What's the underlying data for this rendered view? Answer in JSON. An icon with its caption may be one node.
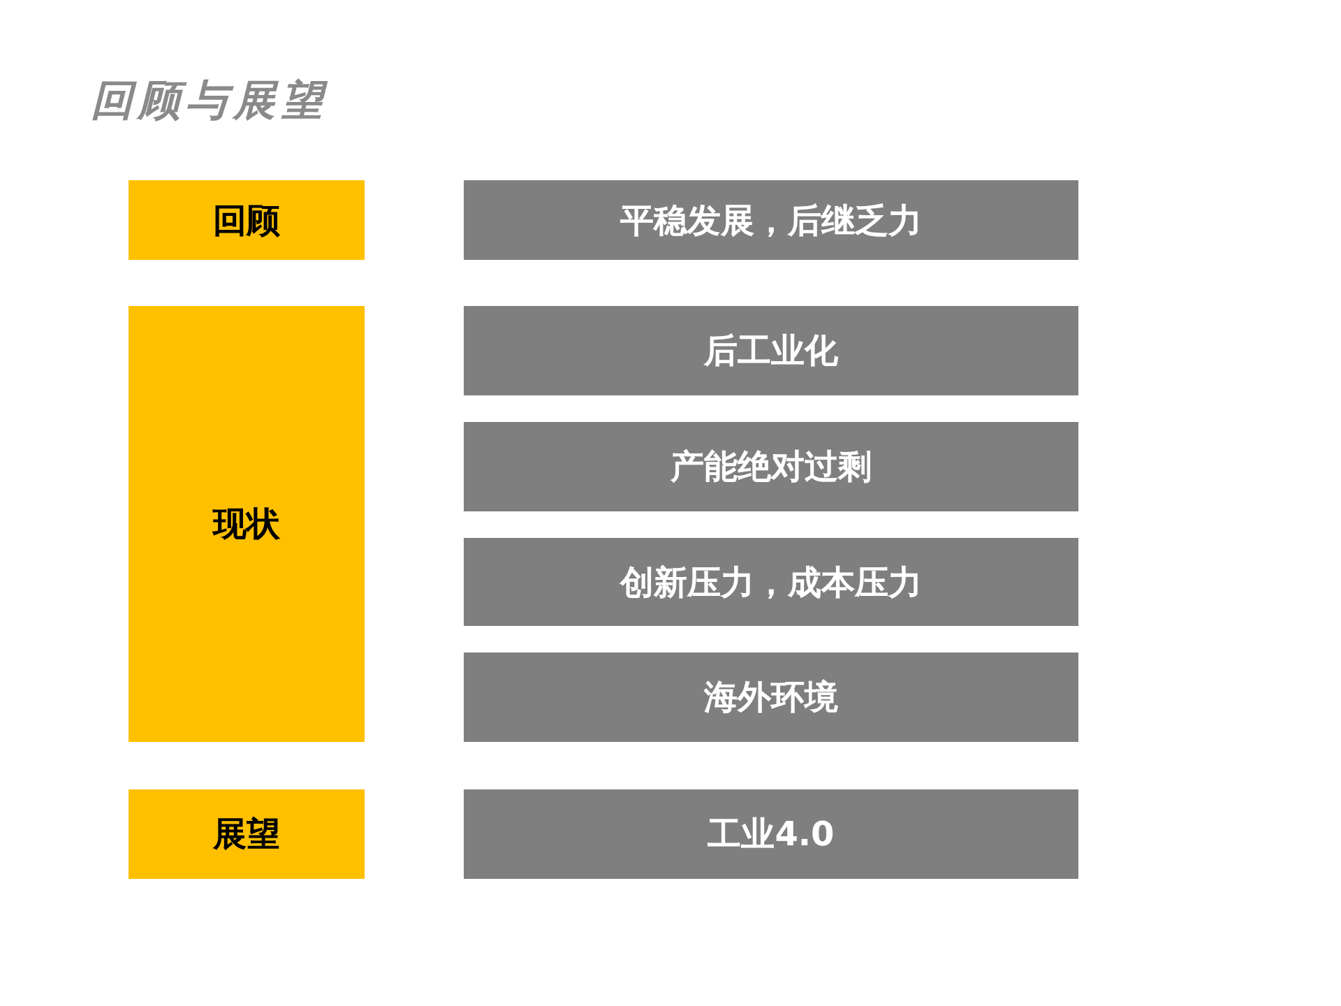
{
  "diagram": {
    "title": "回顾与展望",
    "nodes": [
      {
        "text": [
          "回顾"
        ]
      },
      {
        "text": [
          "平稳发展，后继乏力"
        ]
      },
      {
        "text": [
          "现状"
        ]
      },
      {
        "text": [
          "后工业化"
        ]
      },
      {
        "text": [
          "产能绝对过剩"
        ]
      },
      {
        "text": [
          "创新压力，成本压力"
        ]
      },
      {
        "text": [
          "海外环境"
        ]
      },
      {
        "text": [
          "展望"
        ]
      },
      {
        "text": [
          "工业4.0"
        ]
      }
    ]
  }
}
